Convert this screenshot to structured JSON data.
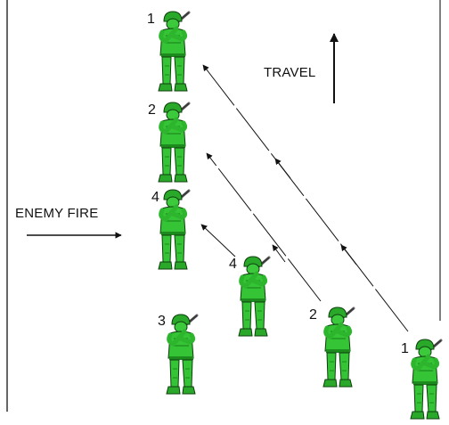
{
  "labels": {
    "travel": "TRAVEL",
    "enemy_fire": "ENEMY FIRE"
  },
  "soldiers": [
    {
      "number": "1"
    },
    {
      "number": "2"
    },
    {
      "number": "4"
    },
    {
      "number": "4"
    },
    {
      "number": "3"
    },
    {
      "number": "2"
    },
    {
      "number": "1"
    }
  ],
  "colors": {
    "soldier_fill": "#35c435",
    "soldier_shade": "#1d8a1d",
    "soldier_outline": "#0d3f0d",
    "rifle": "#7a7a7a",
    "arrow": "#111111",
    "border": "#000000",
    "background": "#ffffff"
  },
  "icons": {
    "soldier": "green-army-soldier-icon",
    "arrow": "arrow-icon"
  }
}
